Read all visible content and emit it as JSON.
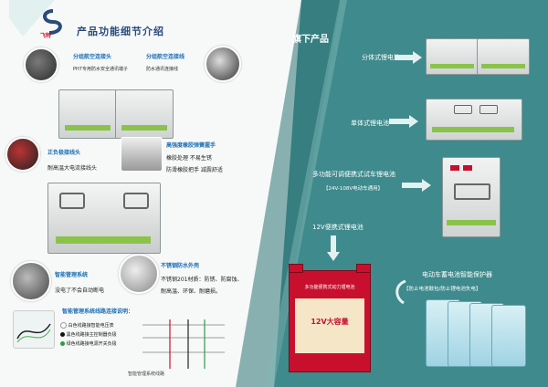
{
  "left": {
    "title": "产品功能细节介绍",
    "brand": "飞特",
    "callout_1_title": "分组航空连接头",
    "callout_1_desc": "PH7专用防水安全通讯端子",
    "callout_2_title": "分组航空连接线",
    "callout_2_desc": "防水通讯连接线",
    "callout_3_title": "正负极接线头",
    "callout_3_desc": "耐高温大电流接线头",
    "callout_4_title": "高强度橡胶弹簧握手",
    "callout_4_desc_1": "橡胶处理  不易生锈",
    "callout_4_desc_2": "防滑橡胶把手  减震舒适",
    "callout_5_title": "智能管理系统",
    "callout_5_desc": "没电了不会自动断电",
    "callout_6_title": "不锈钢防水外壳",
    "callout_6_desc_1": "不锈钢201材质：防锈、防腐蚀、",
    "callout_6_desc_2": "耐高温、环保、耐磨损。",
    "wiring_title": "智能管理系统线路连接说明：",
    "wiring_items": [
      "白色线路接智能电压表",
      "黑色线路接主控制器负极",
      "绿色线路接电源开关负极"
    ],
    "wiring_footer": "智能管理系统线路"
  },
  "right": {
    "title": "旗下产品",
    "p1_label": "分体式锂电池",
    "p2_label": "单体式锂电池",
    "p3_label": "多功能可调便携式试车锂电池",
    "p3_sub": "【24V-108V电动车通用】",
    "p4_label": "12V便携式锂电池",
    "p4_box_text_1": "多功能便携式动力锂电池",
    "p4_box_text_2": "12V大容量",
    "p5_label": "电动车蓄电池智能保护器",
    "p5_sub": "【防止电池鼓包/防止锂电池失电】"
  },
  "colors": {
    "teal": "#3e8a8c",
    "accent_red": "#c8102e",
    "navy": "#2a4b7a",
    "label_blue": "#1d6fb3"
  }
}
